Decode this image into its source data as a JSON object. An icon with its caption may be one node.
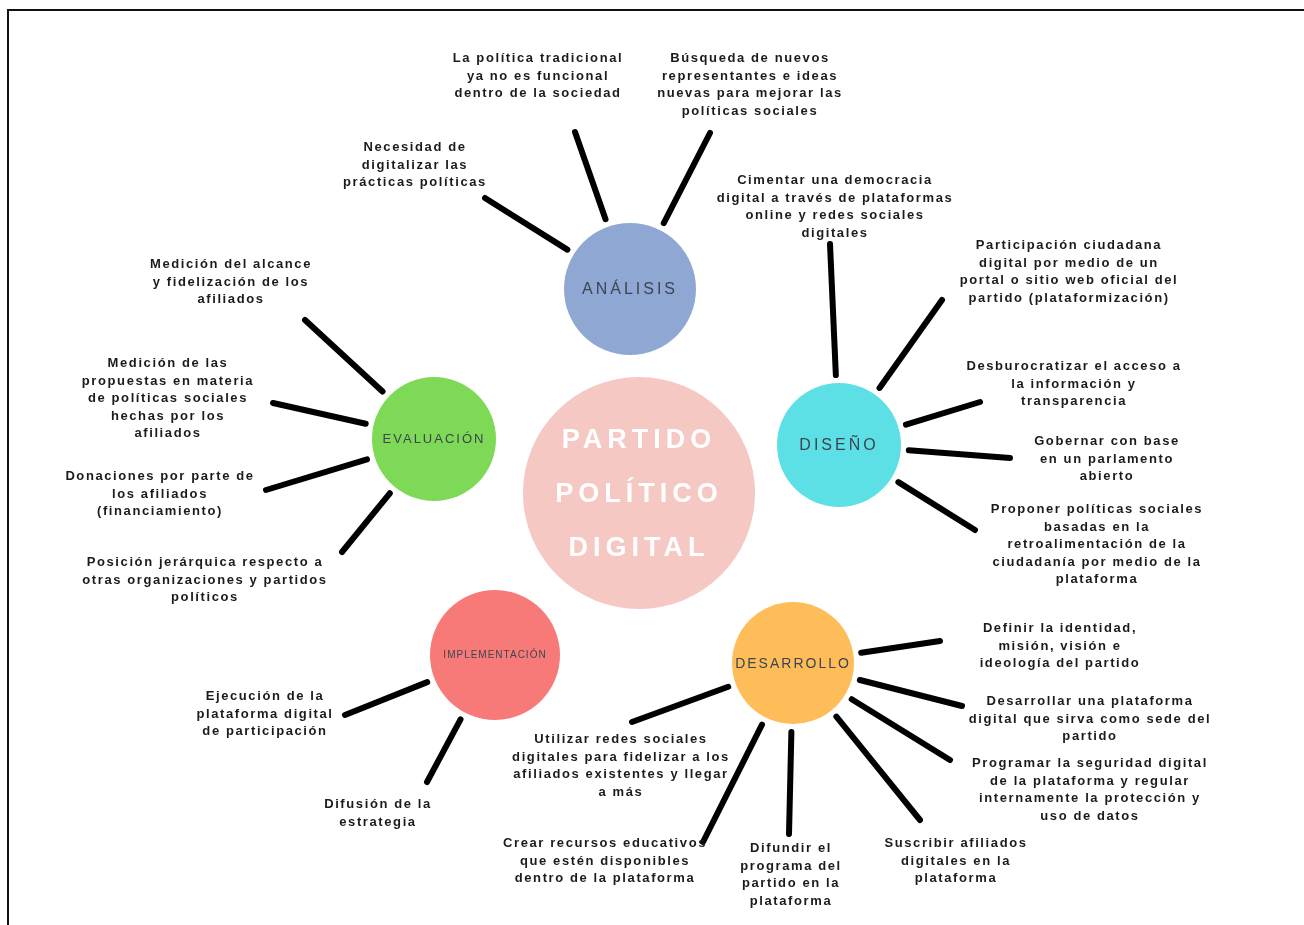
{
  "diagram": {
    "nodes": [
      {
        "text": [
          "PARTIDO POLÍTICO DIGITAL"
        ]
      },
      {
        "text": [
          "ANÁLISIS"
        ]
      },
      {
        "text": [
          "DISEÑO"
        ]
      },
      {
        "text": [
          "EVALUACIÓN"
        ]
      },
      {
        "text": [
          "IMPLEMENTACIÓN"
        ]
      },
      {
        "text": [
          "DESARROLLO"
        ]
      },
      {
        "text": [
          "Necesidad de digitalizar las prácticas políticas"
        ]
      },
      {
        "text": [
          "La política tradicional ya no es funcional dentro de la sociedad"
        ]
      },
      {
        "text": [
          "Búsqueda de nuevos representantes e ideas nuevas para mejorar las políticas sociales"
        ]
      },
      {
        "text": [
          "Cimentar una democracia digital a través de plataformas online y redes sociales digitales"
        ]
      },
      {
        "text": [
          "Participación ciudadana digital por medio de un portal o sitio web oficial del partido (plataformización)"
        ]
      },
      {
        "text": [
          "Desburocratizar el acceso a la información y transparencia"
        ]
      },
      {
        "text": [
          "Gobernar con base en un parlamento abierto"
        ]
      },
      {
        "text": [
          "Proponer políticas sociales basadas en la retroalimentación de la ciudadanía por medio de la plataforma"
        ]
      },
      {
        "text": [
          "Medición del alcance y fidelización de los afiliados"
        ]
      },
      {
        "text": [
          "Medición de las propuestas en materia de políticas sociales hechas por los afiliados"
        ]
      },
      {
        "text": [
          "Donaciones por parte de los afiliados (financiamiento)"
        ]
      },
      {
        "text": [
          "Posición jerárquica respecto a otras organizaciones y partidos políticos"
        ]
      },
      {
        "text": [
          "Ejecución de la plataforma digital de participación"
        ]
      },
      {
        "text": [
          "Difusión de la estrategia"
        ]
      },
      {
        "text": [
          "Definir la identidad, misión, visión e ideología del partido"
        ]
      },
      {
        "text": [
          "Desarrollar una plataforma digital que sirva como sede del partido"
        ]
      },
      {
        "text": [
          "Programar la seguridad digital de la plataforma y regular internamente la protección y uso de datos"
        ]
      },
      {
        "text": [
          "Suscribir afiliados digitales en la plataforma"
        ]
      },
      {
        "text": [
          "Difundir el programa del partido en la plataforma"
        ]
      },
      {
        "text": [
          "Crear recursos educativos que estén disponibles dentro de la plataforma"
        ]
      },
      {
        "text": [
          "Utilizar redes sociales digitales para fidelizar a los afiliados existentes y llegar a más"
        ]
      }
    ],
    "edges": [
      {
        "from": 1,
        "to": 6,
        "arrow": "none"
      },
      {
        "from": 1,
        "to": 7,
        "arrow": "none"
      },
      {
        "from": 1,
        "to": 8,
        "arrow": "none"
      },
      {
        "from": 2,
        "to": 9,
        "arrow": "none"
      },
      {
        "from": 2,
        "to": 10,
        "arrow": "none"
      },
      {
        "from": 2,
        "to": 11,
        "arrow": "none"
      },
      {
        "from": 2,
        "to": 12,
        "arrow": "none"
      },
      {
        "from": 2,
        "to": 13,
        "arrow": "none"
      },
      {
        "from": 3,
        "to": 14,
        "arrow": "none"
      },
      {
        "from": 3,
        "to": 15,
        "arrow": "none"
      },
      {
        "from": 3,
        "to": 16,
        "arrow": "none"
      },
      {
        "from": 3,
        "to": 17,
        "arrow": "none"
      },
      {
        "from": 4,
        "to": 18,
        "arrow": "none"
      },
      {
        "from": 4,
        "to": 19,
        "arrow": "none"
      },
      {
        "from": 5,
        "to": 20,
        "arrow": "none"
      },
      {
        "from": 5,
        "to": 21,
        "arrow": "none"
      },
      {
        "from": 5,
        "to": 22,
        "arrow": "none"
      },
      {
        "from": 5,
        "to": 23,
        "arrow": "none"
      },
      {
        "from": 5,
        "to": 24,
        "arrow": "none"
      },
      {
        "from": 5,
        "to": 25,
        "arrow": "none"
      },
      {
        "from": 5,
        "to": 26,
        "arrow": "none"
      }
    ]
  }
}
